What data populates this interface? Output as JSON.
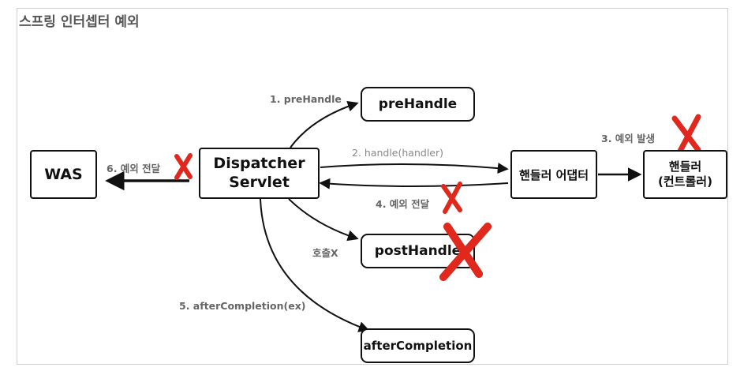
{
  "title": "스프링 인터셉터 예외",
  "nodes": {
    "was": "WAS",
    "dispatcher_line1": "Dispatcher",
    "dispatcher_line2": "Servlet",
    "prehandle": "preHandle",
    "adapter": "핸들러 어댑터",
    "handler_line1": "핸들러",
    "handler_line2": "(컨트롤러)",
    "posthandle": "postHandle",
    "aftercompletion": "afterCompletion"
  },
  "labels": {
    "step1": "1. preHandle",
    "step2": "2. handle(handler)",
    "step3": "3. 예외 발생",
    "step4": "4. 예외 전달",
    "step5": "5. afterCompletion(ex)",
    "step6": "6. 예외 전달",
    "not_called": "호출X"
  },
  "colors": {
    "cross": "#e0281c",
    "arrow": "#111111",
    "label": "#666666"
  }
}
